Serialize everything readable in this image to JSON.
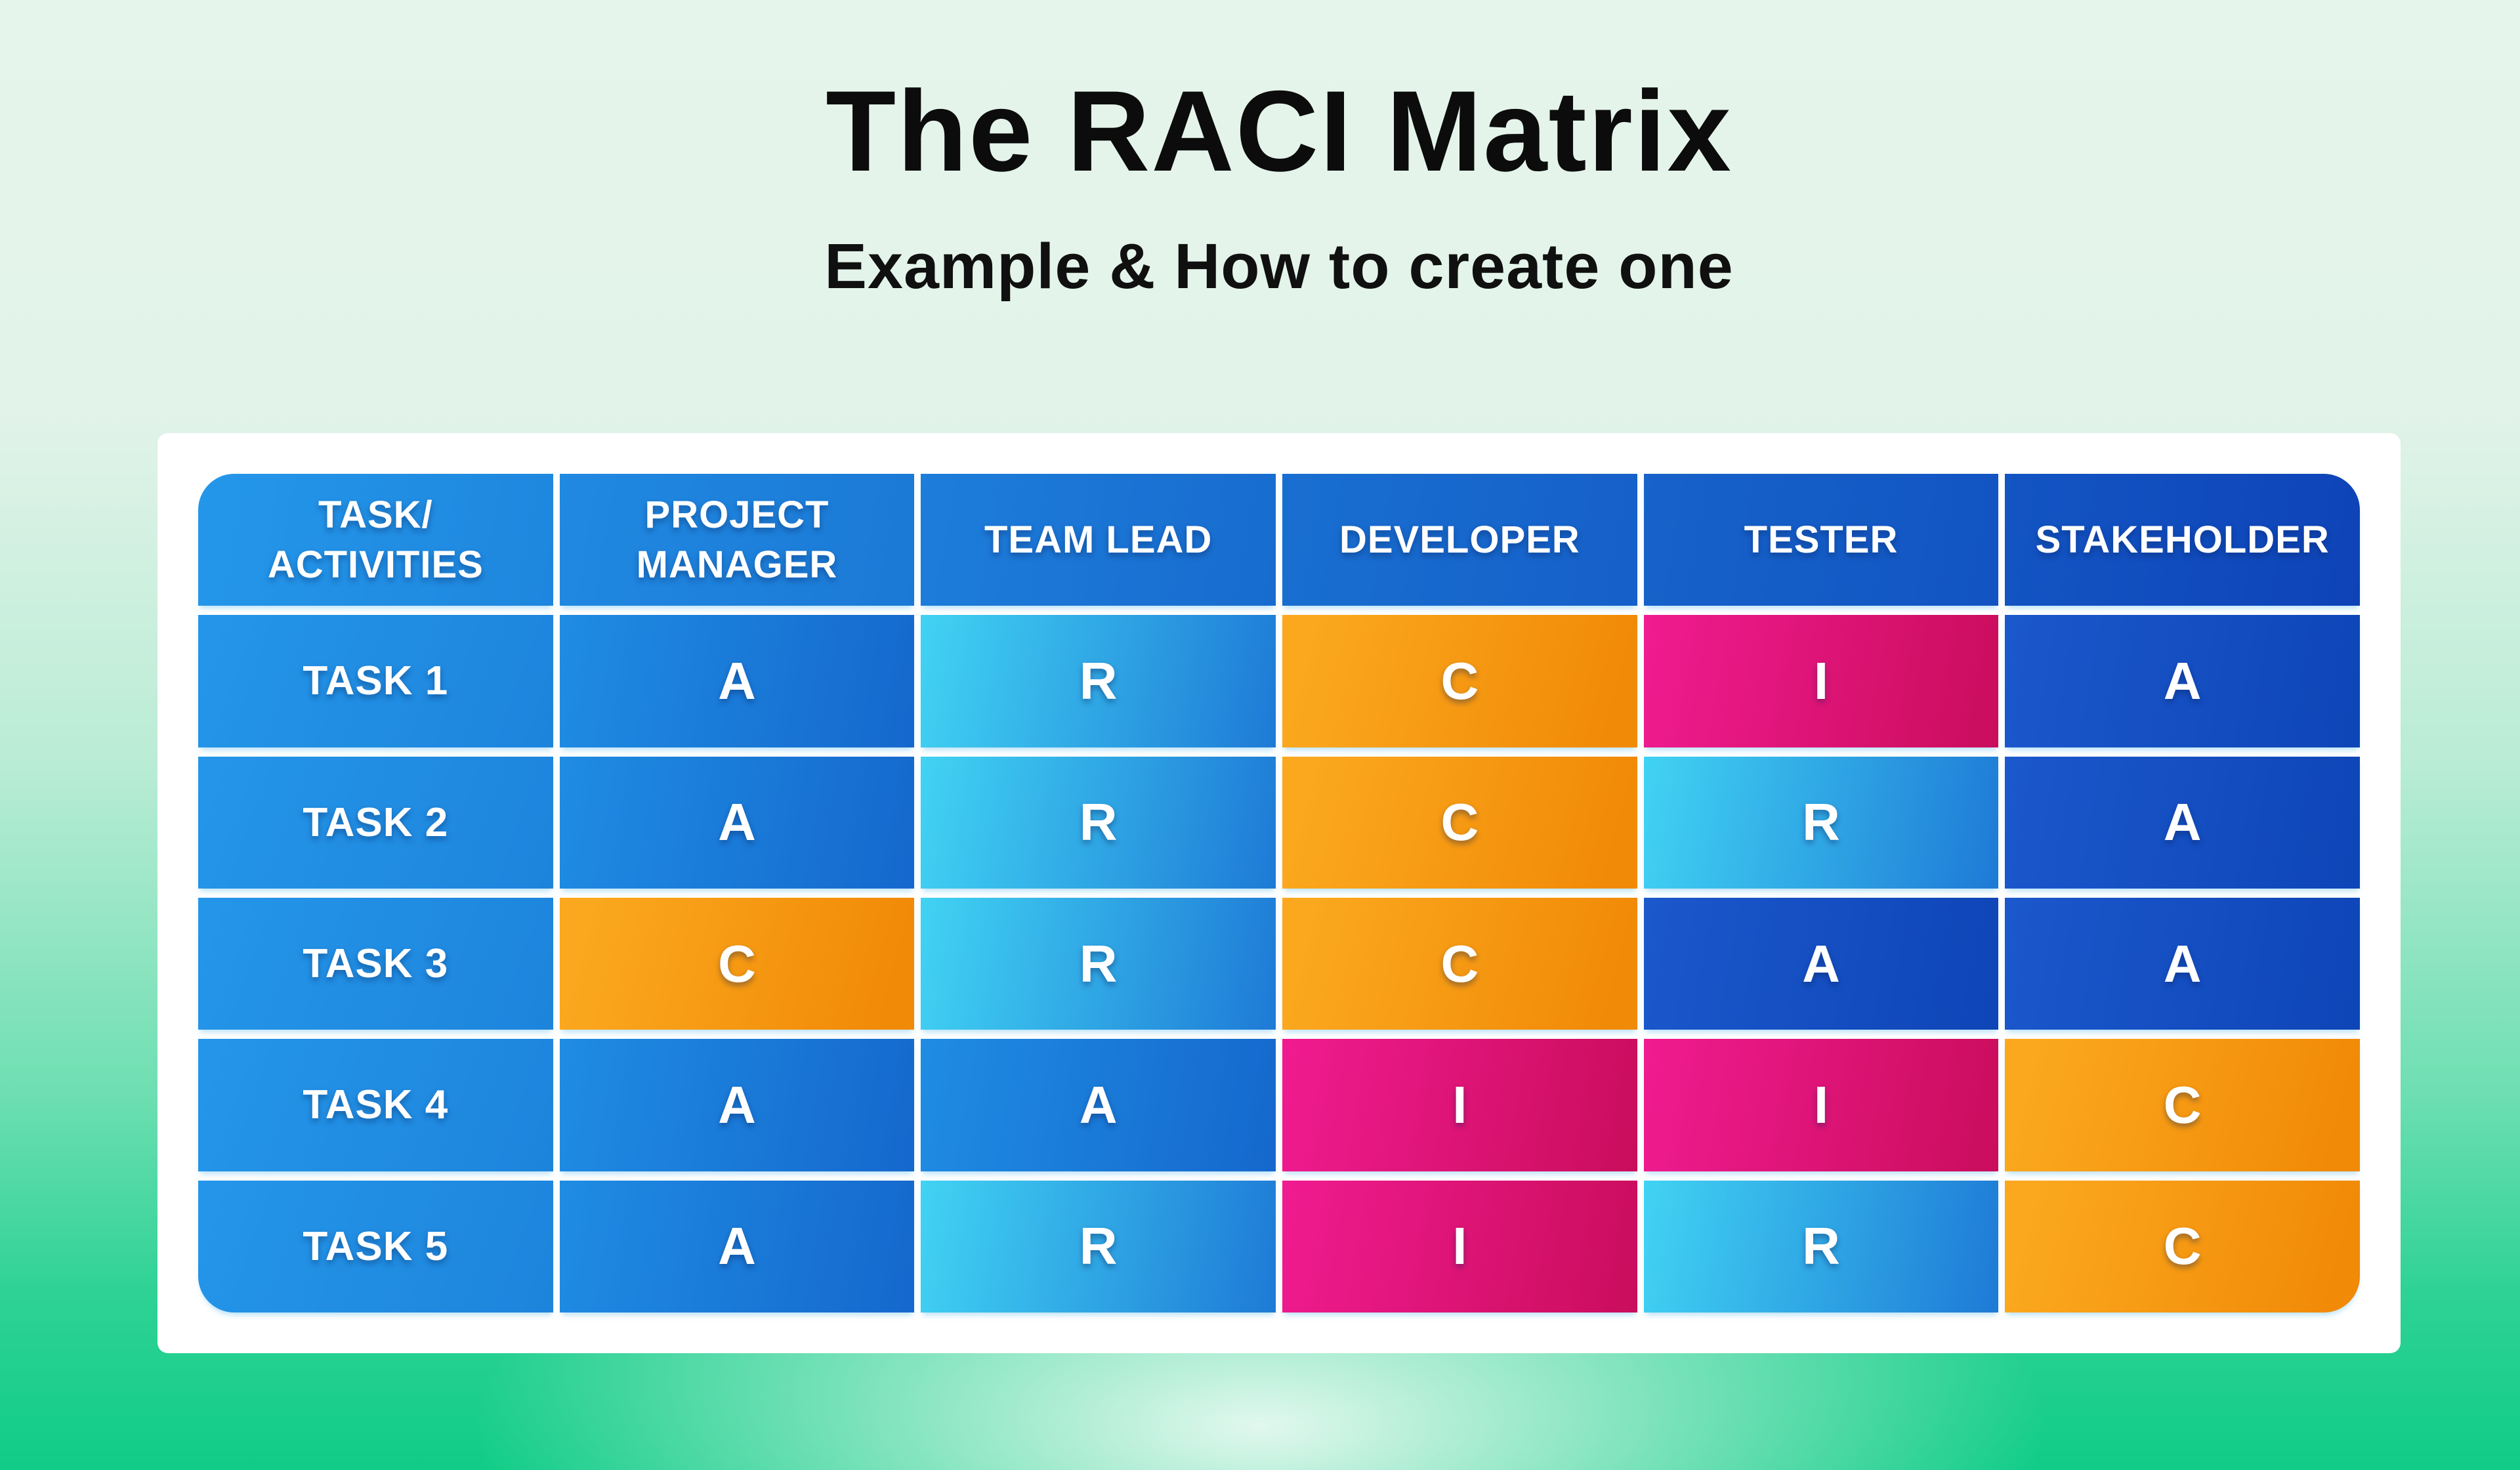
{
  "header": {
    "title": "The RACI Matrix",
    "subtitle": "Example & How to create one"
  },
  "matrix": {
    "columns": [
      {
        "id": "task-activities",
        "label": "TASK/\nACTIVITIES"
      },
      {
        "id": "project-manager",
        "label": "PROJECT\nMANAGER"
      },
      {
        "id": "team-lead",
        "label": "TEAM LEAD"
      },
      {
        "id": "developer",
        "label": "DEVELOPER"
      },
      {
        "id": "tester",
        "label": "TESTER"
      },
      {
        "id": "stakeholder",
        "label": "STAKEHOLDER"
      }
    ],
    "rows": [
      {
        "task": "TASK 1",
        "cells": [
          {
            "label": "A",
            "variant": "accountable-blue"
          },
          {
            "label": "R",
            "variant": "responsible-cyan"
          },
          {
            "label": "C",
            "variant": "consulted-orange"
          },
          {
            "label": "I",
            "variant": "informed-pink"
          },
          {
            "label": "A",
            "variant": "accountable-darkblue"
          }
        ]
      },
      {
        "task": "TASK 2",
        "cells": [
          {
            "label": "A",
            "variant": "accountable-blue"
          },
          {
            "label": "R",
            "variant": "responsible-cyan"
          },
          {
            "label": "C",
            "variant": "consulted-orange"
          },
          {
            "label": "R",
            "variant": "responsible-cyan"
          },
          {
            "label": "A",
            "variant": "accountable-darkblue"
          }
        ]
      },
      {
        "task": "TASK 3",
        "cells": [
          {
            "label": "C",
            "variant": "consulted-orange"
          },
          {
            "label": "R",
            "variant": "responsible-cyan"
          },
          {
            "label": "C",
            "variant": "consulted-orange"
          },
          {
            "label": "A",
            "variant": "accountable-darkblue"
          },
          {
            "label": "A",
            "variant": "accountable-darkblue"
          }
        ]
      },
      {
        "task": "TASK 4",
        "cells": [
          {
            "label": "A",
            "variant": "accountable-blue"
          },
          {
            "label": "A",
            "variant": "accountable-blue"
          },
          {
            "label": "I",
            "variant": "informed-pink"
          },
          {
            "label": "I",
            "variant": "informed-pink"
          },
          {
            "label": "C",
            "variant": "consulted-orange"
          }
        ]
      },
      {
        "task": "TASK 5",
        "cells": [
          {
            "label": "A",
            "variant": "accountable-blue"
          },
          {
            "label": "R",
            "variant": "responsible-cyan"
          },
          {
            "label": "I",
            "variant": "informed-pink"
          },
          {
            "label": "R",
            "variant": "responsible-cyan"
          },
          {
            "label": "C",
            "variant": "consulted-orange"
          }
        ]
      }
    ]
  },
  "palette": {
    "background_top": "#e6f5ec",
    "background_bottom": "#10cc87",
    "card_background": "#ffffff",
    "title_text": "#0c0c0c",
    "cell_text": "#ffffff",
    "header_row_gradient": [
      "#2497ea",
      "#0e43b7"
    ],
    "task_column": [
      "#2496e9",
      "#1d84dc"
    ],
    "accountable_blue": [
      "#1f8ce3",
      "#1568cd"
    ],
    "accountable_dark_blue": [
      "#1b58cc",
      "#0e45b7"
    ],
    "responsible_cyan": [
      "#41d3f3",
      "#1e7ad6"
    ],
    "consulted_orange": [
      "#fba81e",
      "#f18a07"
    ],
    "informed_pink": [
      "#f01b90",
      "#ca0d5c"
    ]
  }
}
